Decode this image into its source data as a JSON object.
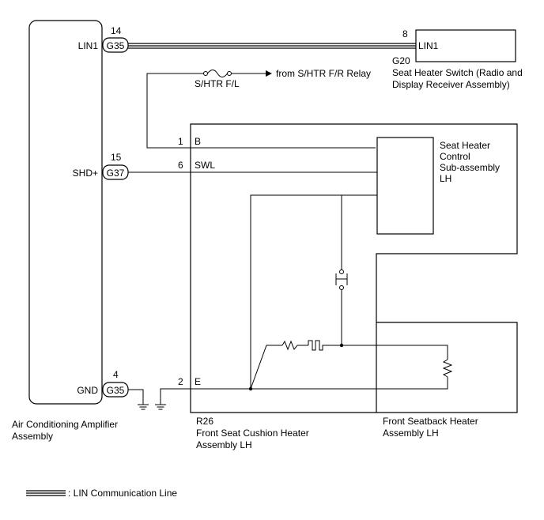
{
  "amplifier": {
    "name_line1": "Air Conditioning Amplifier",
    "name_line2": "Assembly",
    "pins": [
      {
        "label": "LIN1",
        "connector": "G35",
        "pin": "14"
      },
      {
        "label": "SHD+",
        "connector": "G37",
        "pin": "15"
      },
      {
        "label": "GND",
        "connector": "G35",
        "pin": "4"
      }
    ]
  },
  "switch": {
    "pin": "8",
    "label": "LIN1",
    "connector": "G20",
    "name_line1": "Seat Heater Switch (Radio and",
    "name_line2": "Display Receiver Assembly)"
  },
  "fuse": {
    "label": "S/HTR F/L",
    "source": "from S/HTR F/R Relay"
  },
  "cushion": {
    "pins": [
      {
        "pin": "1",
        "label": "B"
      },
      {
        "pin": "6",
        "label": "SWL"
      },
      {
        "pin": "2",
        "label": "E"
      }
    ],
    "connector": "R26",
    "name_line1": "Front Seat Cushion Heater",
    "name_line2": "Assembly LH"
  },
  "control": {
    "name_line1": "Seat Heater",
    "name_line2": "Control",
    "name_line3": "Sub-assembly",
    "name_line4": "LH"
  },
  "seatback": {
    "name_line1": "Front Seatback Heater",
    "name_line2": "Assembly LH"
  },
  "legend": {
    "text": ": LIN Communication Line"
  }
}
